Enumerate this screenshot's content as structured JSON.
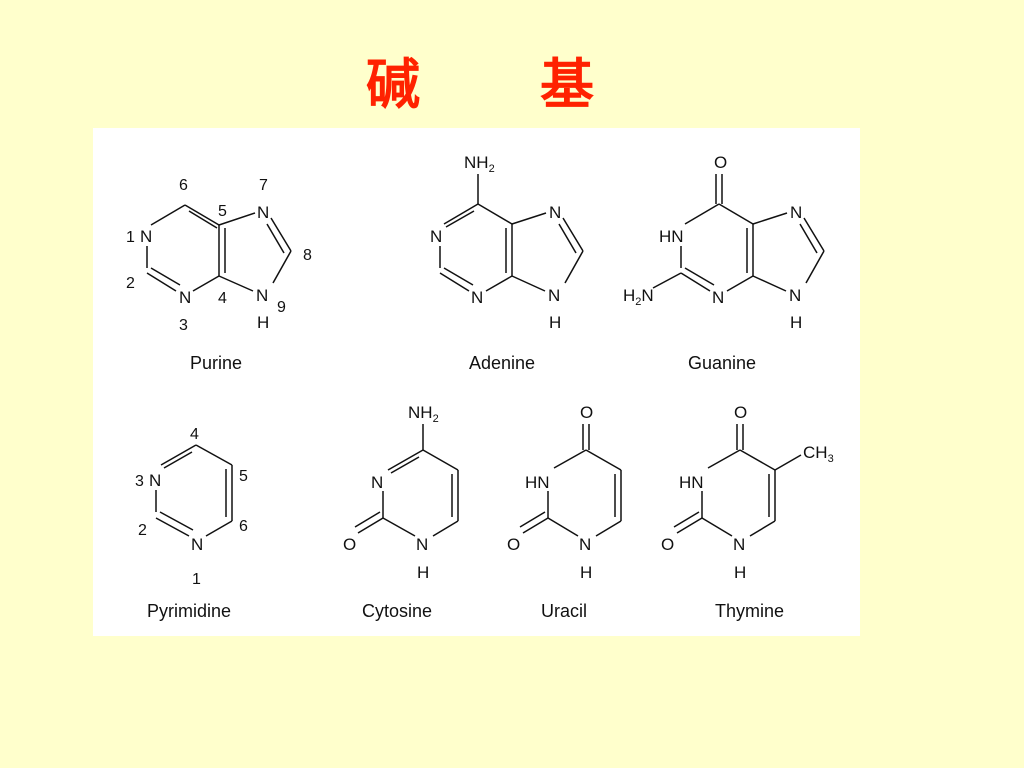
{
  "title": {
    "char1": "碱",
    "char2": "基"
  },
  "colors": {
    "background": "#ffffcc",
    "title": "#ff2200",
    "panel": "#ffffff"
  },
  "molecules": {
    "purine": {
      "name": "Purine",
      "N": "N",
      "H": "H",
      "n1": "1",
      "n2": "2",
      "n3": "3",
      "n4": "4",
      "n5": "5",
      "n6": "6",
      "n7": "7",
      "n8": "8",
      "n9": "9"
    },
    "adenine": {
      "name": "Adenine",
      "N": "N",
      "H": "H",
      "NH": "NH",
      "sub2": "2"
    },
    "guanine": {
      "name": "Guanine",
      "N": "N",
      "H": "H",
      "O": "O",
      "HN": "HN",
      "H2N_H": "H",
      "H2N_N": "N",
      "sub2": "2"
    },
    "pyrimidine": {
      "name": "Pyrimidine",
      "N": "N",
      "n1": "1",
      "n2": "2",
      "n3": "3",
      "n4": "4",
      "n5": "5",
      "n6": "6"
    },
    "cytosine": {
      "name": "Cytosine",
      "N": "N",
      "H": "H",
      "O": "O",
      "NH": "NH",
      "sub2": "2"
    },
    "uracil": {
      "name": "Uracil",
      "N": "N",
      "H": "H",
      "O": "O",
      "HN": "HN"
    },
    "thymine": {
      "name": "Thymine",
      "N": "N",
      "H": "H",
      "O": "O",
      "HN": "HN",
      "CH": "CH",
      "sub3": "3"
    }
  }
}
